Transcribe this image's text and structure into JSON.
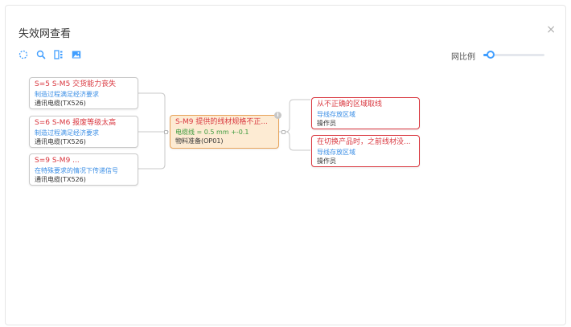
{
  "dialog": {
    "title": "失效网查看",
    "close_symbol": "×"
  },
  "toolbar": {
    "icons": [
      "circle-select-icon",
      "zoom-icon",
      "layout-icon",
      "image-export-icon"
    ],
    "ratio_label": "网比例",
    "ratio_level": 0.12
  },
  "colors": {
    "red": "#d9363e",
    "blue": "#3a8ee6",
    "green": "#3d9a3d",
    "center_fill": "#fdebd3",
    "center_border": "#e7a35a",
    "accent": "#409eff"
  },
  "left_nodes": [
    {
      "title": "S=5 S-M5 交货能力丧失",
      "subtitle": "制造过程满足经济要求",
      "meta": "通讯电缆(TX526)"
    },
    {
      "title": "S=6 S-M6 报废等级太高",
      "subtitle": "制造过程满足经济要求",
      "meta": "通讯电缆(TX526)"
    },
    {
      "title": "S=9 S-M9 ...",
      "subtitle": "在特殊要求的情况下传递信号",
      "meta": "通讯电缆(TX526)"
    }
  ],
  "center_node": {
    "title": "S-M9 提供的线材规格不正...",
    "spec": "电缆线 = 0.5 mm +-0.1",
    "meta": "物料准备(OP01)",
    "badge": "i"
  },
  "right_nodes": [
    {
      "title": "从不正确的区域取线",
      "subtitle": "导线存放区域",
      "meta": "操作员"
    },
    {
      "title": "在切换产品时，之前线材没...",
      "subtitle": "导线存放区域",
      "meta": "操作员"
    }
  ]
}
